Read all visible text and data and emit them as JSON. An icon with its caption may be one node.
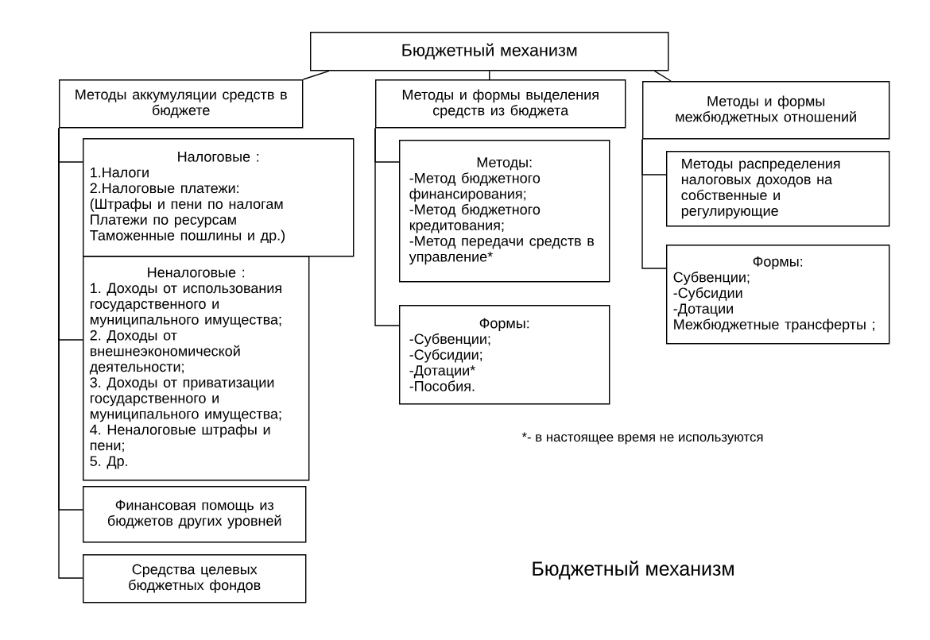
{
  "diagram": {
    "nodes": [
      {
        "text": [
          "Бюджетный механизм"
        ]
      },
      {
        "text": [
          "Методы аккумуляции средств в бюджете"
        ]
      },
      {
        "text": [
          "Налоговые :",
          "1.Налоги",
          "2.Налоговые платежи:",
          "(Штрафы и пени по налогам",
          "Платежи по ресурсам",
          "Таможенные пошлины и др.)"
        ]
      },
      {
        "text": [
          "Неналоговые :",
          "1. Доходы от использования государственного и муниципального имущества;",
          "2. Доходы от внешнеэкономической деятельности;",
          "3. Доходы от приватизации государственного и муниципального имущества;",
          "4. Неналоговые штрафы и пени;",
          "5. Др."
        ]
      },
      {
        "text": [
          "Финансовая помощь из бюджетов других уровней"
        ]
      },
      {
        "text": [
          "Средства целевых бюджетных фондов"
        ]
      },
      {
        "text": [
          "Методы и формы выделения средств из бюджета"
        ]
      },
      {
        "text": [
          "Методы:",
          "-Метод бюджетного финансирования;",
          "-Метод бюджетного кредитования;",
          "-Метод передачи средств в управление*"
        ]
      },
      {
        "text": [
          "Формы:",
          "-Субвенции;",
          "-Субсидии;",
          "-Дотации*",
          "-Пособия."
        ]
      },
      {
        "text": [
          "Методы и формы межбюджетных отношений"
        ]
      },
      {
        "text": [
          "Методы распределения налоговых доходов на собственные и регулирующие"
        ]
      },
      {
        "text": [
          "Формы:",
          "Субвенции;",
          "-Субсидии",
          "-Дотации",
          "Межбюджетные трансферты ;"
        ]
      }
    ],
    "edges": [
      {
        "from": 0,
        "to": 1,
        "arrow": "none"
      },
      {
        "from": 0,
        "to": 6,
        "arrow": "none"
      },
      {
        "from": 0,
        "to": 9,
        "arrow": "none"
      },
      {
        "from": 1,
        "to": 2,
        "arrow": "none"
      },
      {
        "from": 1,
        "to": 3,
        "arrow": "none"
      },
      {
        "from": 1,
        "to": 4,
        "arrow": "none"
      },
      {
        "from": 1,
        "to": 5,
        "arrow": "none"
      },
      {
        "from": 6,
        "to": 7,
        "arrow": "none"
      },
      {
        "from": 6,
        "to": 8,
        "arrow": "none"
      },
      {
        "from": 9,
        "to": 10,
        "arrow": "none"
      },
      {
        "from": 9,
        "to": 11,
        "arrow": "none"
      }
    ],
    "labels": [
      "*- в настоящее время не используются"
    ],
    "caption": "Бюджетный механизм"
  }
}
